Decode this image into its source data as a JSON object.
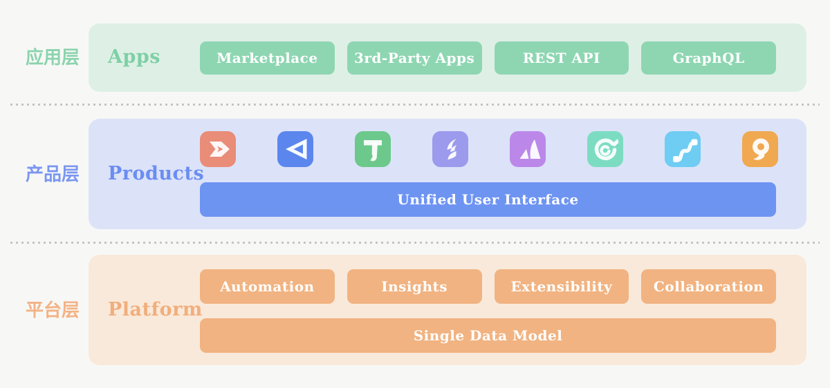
{
  "page": {
    "background": "#f7f8f6",
    "separator_color": "#c2c5c2"
  },
  "layers": {
    "apps": {
      "side_label": "应用层",
      "title": "Apps",
      "band_bg": "#def0e5",
      "chip_color": "#8ed6b2",
      "title_color": "#7ecfa7",
      "buttons": [
        "Marketplace",
        "3rd-Party Apps",
        "REST API",
        "GraphQL"
      ]
    },
    "products": {
      "side_label": "产品层",
      "title": "Products",
      "band_bg": "#dce3f8",
      "bar_color": "#6e94f2",
      "title_color": "#6b8df2",
      "bar": "Unified User Interface",
      "icons": [
        {
          "name": "arrow-d-icon",
          "color": "#e98c78"
        },
        {
          "name": "triangle-outline-icon",
          "color": "#5b86ee"
        },
        {
          "name": "letter-t-icon",
          "color": "#6cc98b"
        },
        {
          "name": "feather-icon",
          "color": "#9b9aec"
        },
        {
          "name": "letter-a-icon",
          "color": "#bb88ea"
        },
        {
          "name": "target-dart-icon",
          "color": "#7cdcc2"
        },
        {
          "name": "connector-curve-icon",
          "color": "#6fccf2"
        },
        {
          "name": "letter-q-icon",
          "color": "#f0a851"
        }
      ]
    },
    "platform": {
      "side_label": "平台层",
      "title": "Platform",
      "band_bg": "#f9e9da",
      "chip_color": "#f1b381",
      "title_color": "#f1ae7c",
      "buttons": [
        "Automation",
        "Insights",
        "Extensibility",
        "Collaboration"
      ],
      "bar": "Single Data Model"
    }
  }
}
